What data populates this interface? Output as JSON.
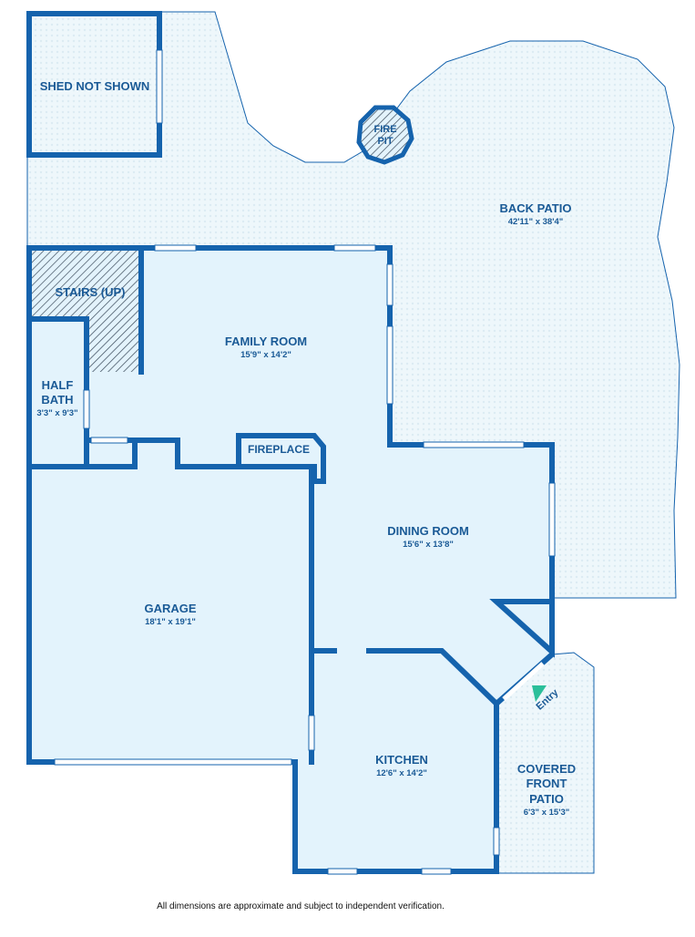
{
  "rooms": {
    "shed": {
      "name": "SHED NOT SHOWN"
    },
    "fire_pit": {
      "line1": "FIRE",
      "line2": "PIT"
    },
    "back_patio": {
      "name": "BACK PATIO",
      "dims": "42'11\" x 38'4\""
    },
    "stairs": {
      "name": "STAIRS (UP)"
    },
    "family_room": {
      "name": "FAMILY ROOM",
      "dims": "15'9\" x 14'2\""
    },
    "half_bath": {
      "line1": "HALF",
      "line2": "BATH",
      "dims": "3'3\" x 9'3\""
    },
    "fireplace": {
      "name": "FIREPLACE"
    },
    "dining_room": {
      "name": "DINING ROOM",
      "dims": "15'6\" x 13'8\""
    },
    "garage": {
      "name": "GARAGE",
      "dims": "18'1\" x 19'1\""
    },
    "kitchen": {
      "name": "KITCHEN",
      "dims": "12'6\" x 14'2\""
    },
    "covered_front_patio": {
      "line1": "COVERED",
      "line2": "FRONT",
      "line3": "PATIO",
      "dims": "6'3\" x 15'3\""
    }
  },
  "entry_label": "Entry",
  "disclaimer": "All dimensions are approximate and subject to independent verification.",
  "colors": {
    "wall": "#1563ad",
    "room": "#e3f3fc",
    "patio": "#eef7fb",
    "text": "#1a5a96",
    "entry": "#2bbf9a"
  }
}
